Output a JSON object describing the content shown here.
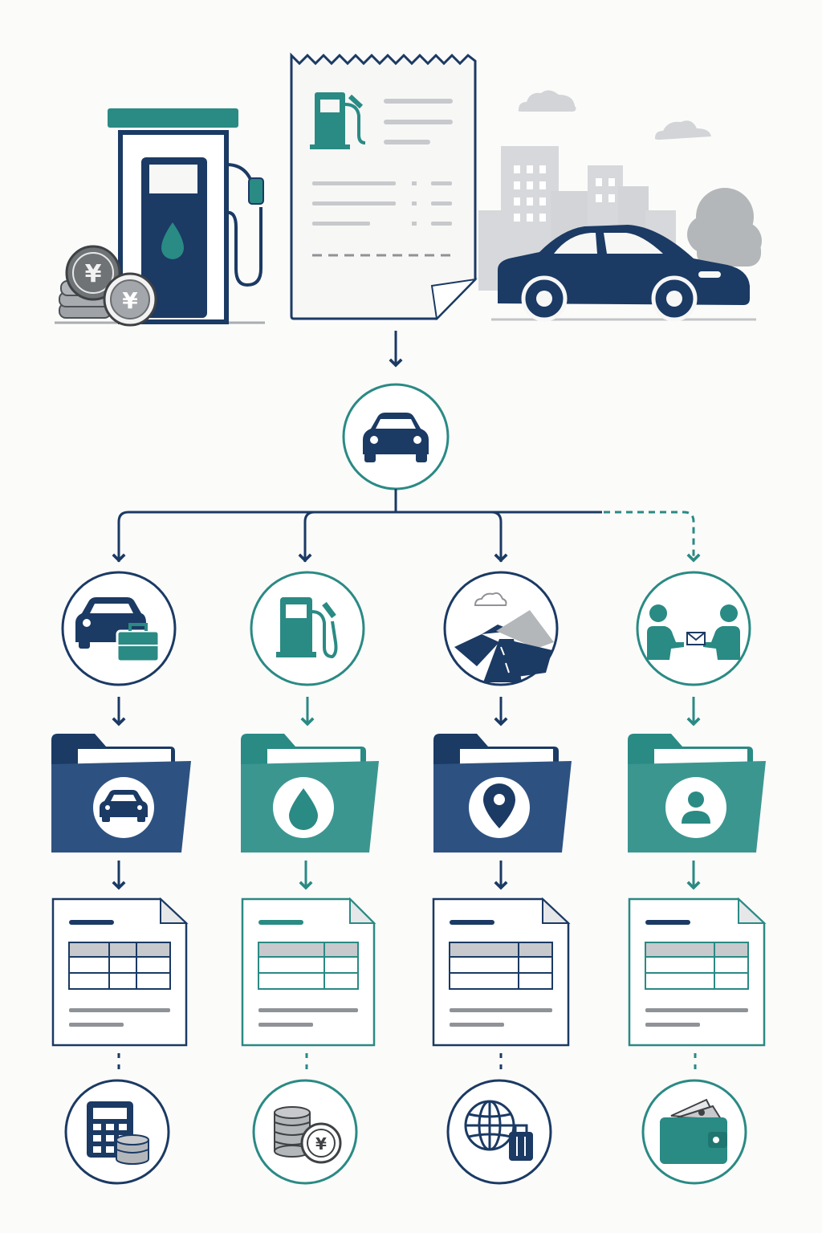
{
  "colors": {
    "navy": "#1b3a64",
    "teal": "#2a8a84",
    "teal_light": "#3d9a94",
    "navy_folder": "#2d5281",
    "teal_folder": "#3b9690",
    "gray": "#c7c9cc",
    "gray_dark": "#8f9296",
    "paper": "#f7f7f6",
    "background": "#fbfbfa"
  },
  "header": {
    "coin_symbol": "¥",
    "icons": [
      "coins-icon",
      "fuel-pump-icon",
      "fuel-receipt-icon",
      "city-skyline-icon",
      "sedan-car-icon"
    ]
  },
  "root_node": {
    "icon": "car-icon",
    "ring": "teal"
  },
  "branches": [
    {
      "category_icon": "business-car-icon",
      "category_ring": "navy",
      "folder_color": "navy",
      "folder_icon": "car-icon",
      "sheet_color": "navy",
      "result_icon": "calculator-coins-icon",
      "result_ring": "navy",
      "connector": "solid"
    },
    {
      "category_icon": "fuel-pump-icon",
      "category_ring": "teal",
      "folder_color": "teal",
      "folder_icon": "fuel-drop-icon",
      "sheet_color": "teal",
      "result_icon": "yen-coins-icon",
      "result_ring": "teal",
      "connector": "solid"
    },
    {
      "category_icon": "road-trip-icon",
      "category_ring": "navy",
      "folder_color": "navy",
      "folder_icon": "location-pin-icon",
      "sheet_color": "navy",
      "result_icon": "travel-globe-icon",
      "result_ring": "navy",
      "connector": "solid"
    },
    {
      "category_icon": "handover-icon",
      "category_ring": "teal",
      "folder_color": "teal",
      "folder_icon": "person-icon",
      "sheet_color": "teal",
      "result_icon": "wallet-icon",
      "result_ring": "teal",
      "connector": "dashed"
    }
  ]
}
